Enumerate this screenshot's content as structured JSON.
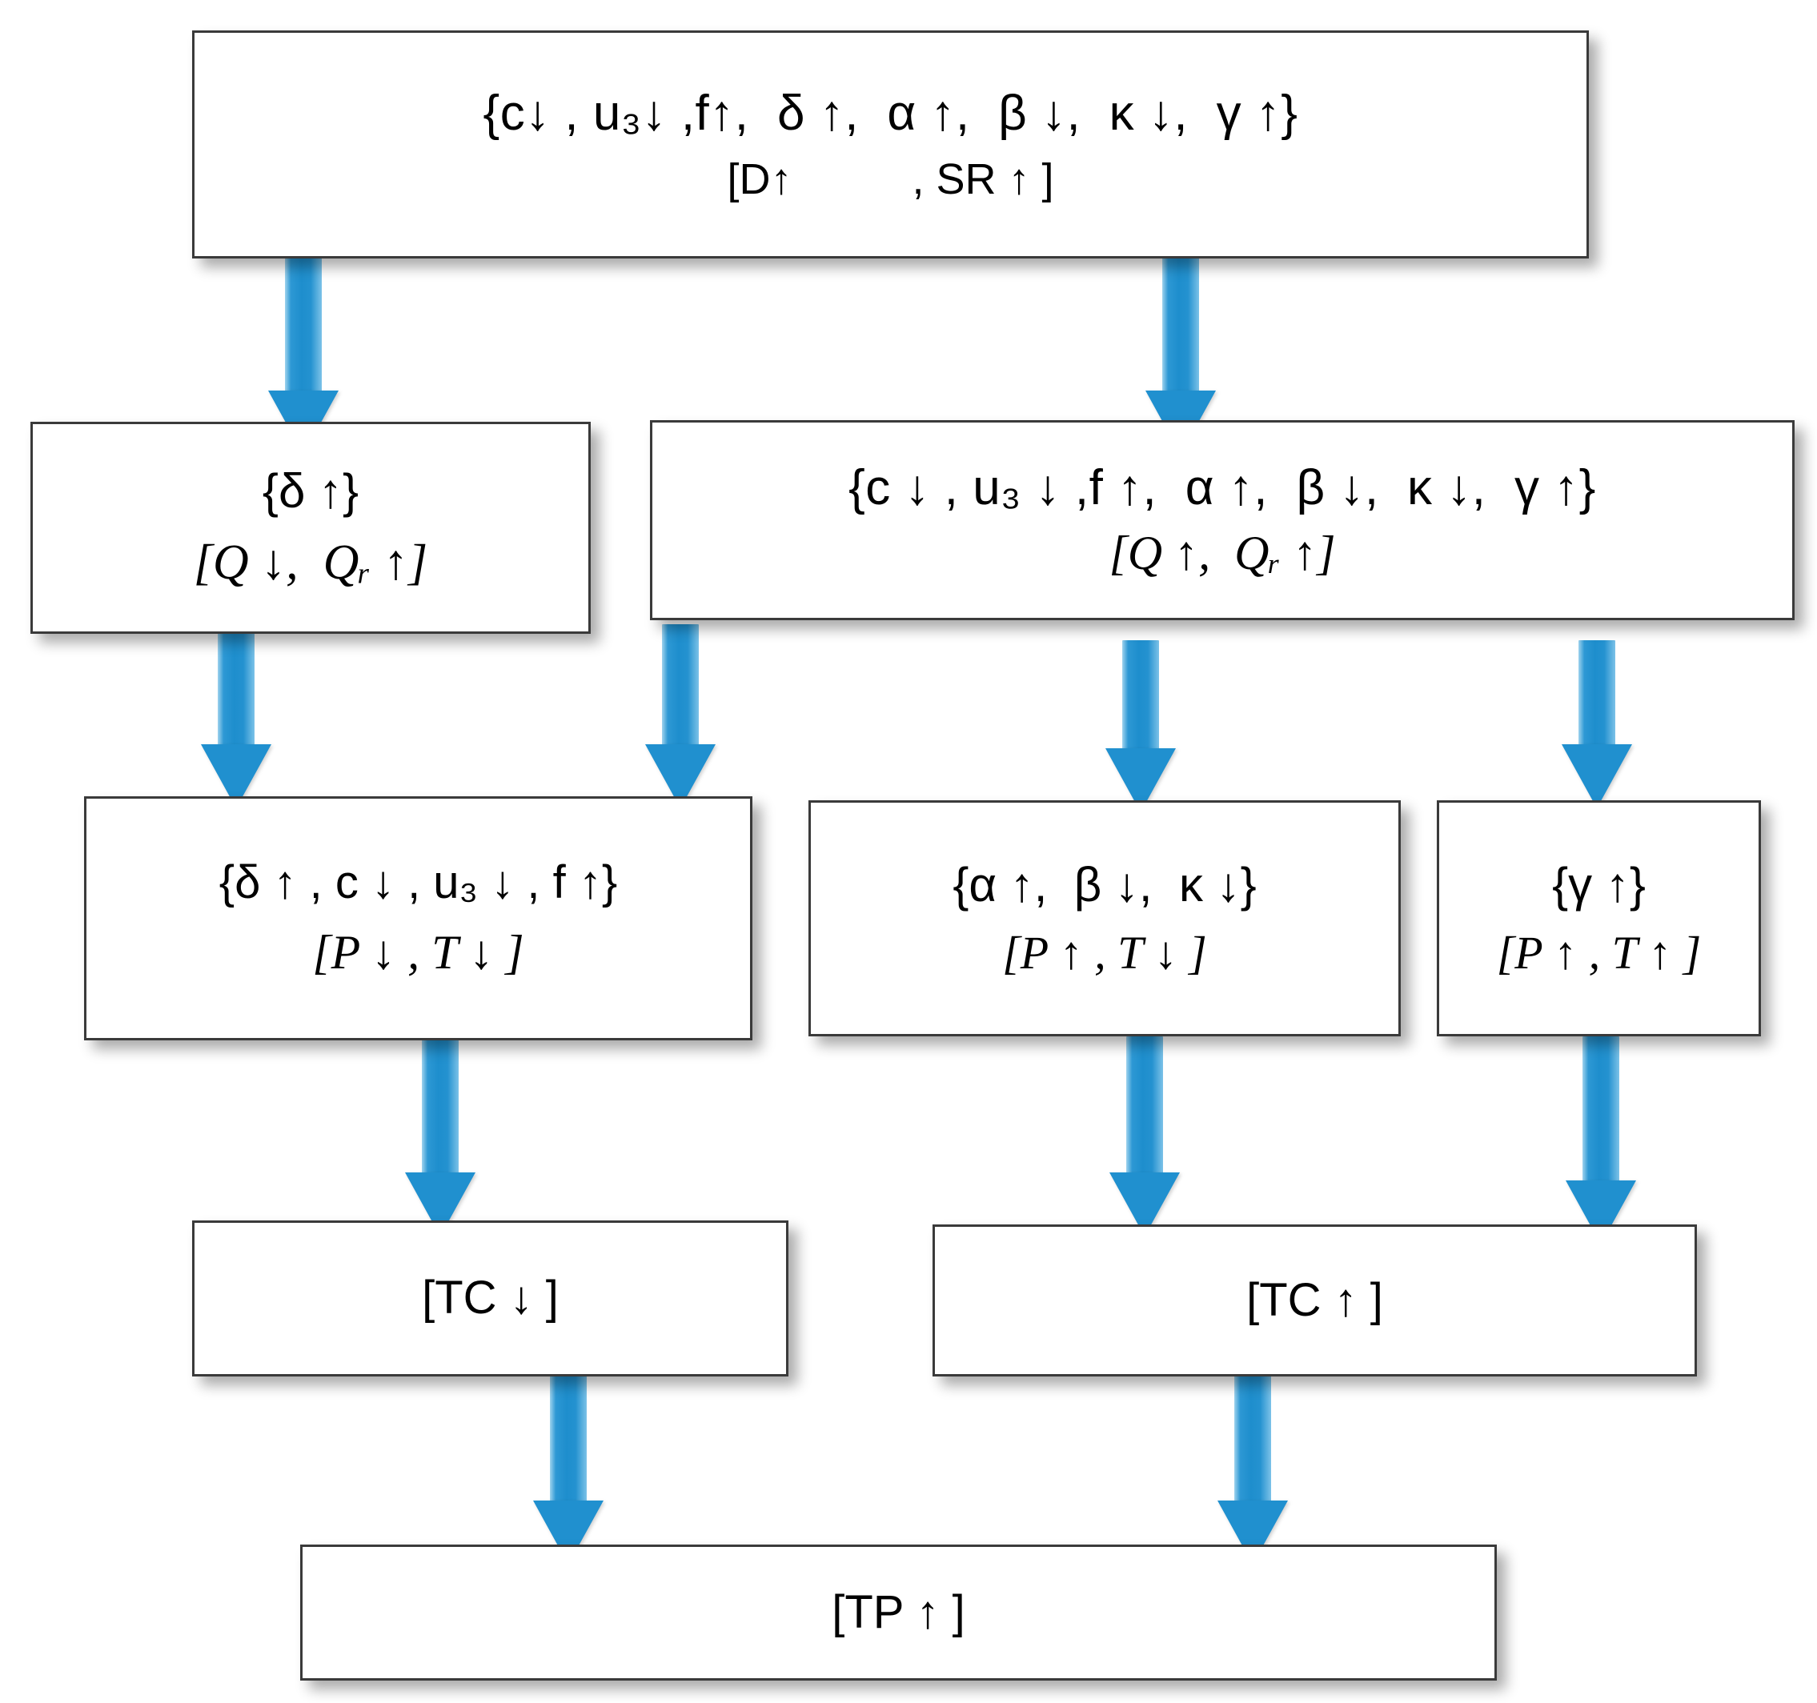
{
  "diagram": {
    "title": "Influence flow diagram of reservoir parameters",
    "accent_color": "#2090cf",
    "box_border_color": "#3a3a3a",
    "background": "#ffffff",
    "nodes": [
      {
        "id": "root",
        "line1": "{c↓ , u₃↓ ,f↑,  δ ↑,  α ↑,  β ↓,  κ ↓,  γ ↑}",
        "line2": "[D↑          , SR ↑ ]"
      },
      {
        "id": "delta",
        "line1": "{δ ↑}",
        "line2": "[Q ↓,  Qᵣ ↑]"
      },
      {
        "id": "rest",
        "line1": "{c ↓ , u₃ ↓ ,f ↑,  α ↑,  β ↓,  κ ↓,  γ ↑}",
        "line2": "[Q ↑,  Qᵣ ↑]"
      },
      {
        "id": "delta-c-u3-f",
        "line1": "{δ ↑ , c ↓ , u₃ ↓ , f ↑}",
        "line2": "[P ↓ , T ↓ ]"
      },
      {
        "id": "alpha-beta-kappa",
        "line1": "{α ↑,  β ↓,  κ ↓}",
        "line2": "[P ↑ , T ↓ ]"
      },
      {
        "id": "gamma",
        "line1": "{γ ↑}",
        "line2": "[P ↑ , T ↑ ]"
      },
      {
        "id": "tc-down",
        "line1": "[TC ↓ ]",
        "line2": ""
      },
      {
        "id": "tc-up",
        "line1": "[TC ↑ ]",
        "line2": ""
      },
      {
        "id": "tp-up",
        "line1": "[TP ↑ ]",
        "line2": ""
      }
    ],
    "edges": [
      {
        "from": "root",
        "to": "delta"
      },
      {
        "from": "root",
        "to": "rest"
      },
      {
        "from": "delta",
        "to": "delta-c-u3-f"
      },
      {
        "from": "rest",
        "to": "delta-c-u3-f"
      },
      {
        "from": "rest",
        "to": "alpha-beta-kappa"
      },
      {
        "from": "rest",
        "to": "gamma"
      },
      {
        "from": "delta-c-u3-f",
        "to": "tc-down"
      },
      {
        "from": "alpha-beta-kappa",
        "to": "tc-up"
      },
      {
        "from": "gamma",
        "to": "tc-up"
      },
      {
        "from": "tc-down",
        "to": "tp-up"
      },
      {
        "from": "tc-up",
        "to": "tp-up"
      }
    ]
  }
}
